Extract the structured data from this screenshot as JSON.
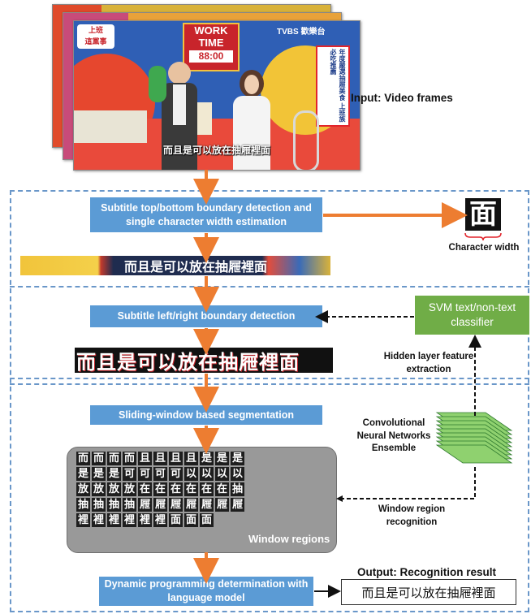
{
  "input_label": "Input: Video frames",
  "video_frame": {
    "work_time_line1": "WORK",
    "work_time_line2": "TIME",
    "clock": "88:00",
    "channel": "TVBS 歡樂台",
    "show_logo_line1": "上班",
    "show_logo_line2": "這黨事",
    "side_banner": "年度嚴選抽屜美食 上班族必吃推薦",
    "subtitle": "而且是可以放在抽屜裡面"
  },
  "step1": "Subtitle top/bottom boundary detection and single character width estimation",
  "char_glyph": "面",
  "char_width_label": "Character width",
  "strip1_text": "而且是可以放在抽屜裡面",
  "step2": "Subtitle left/right boundary detection",
  "svm_label": "SVM text/non-text classifier",
  "hidden_layer_label": "Hidden layer feature extraction",
  "strip2_text": "而且是可以放在抽屜裡面",
  "step3": "Sliding-window based segmentation",
  "cnn_label": "Convolutional Neural Networks Ensemble",
  "window_regions_label": "Window regions",
  "window_cells": [
    "而",
    "而",
    "而",
    "而",
    "且",
    "且",
    "且",
    "且",
    "是",
    "是",
    "是",
    "是",
    "是",
    "是",
    "可",
    "可",
    "可",
    "可",
    "以",
    "以",
    "以",
    "以",
    "放",
    "放",
    "放",
    "放",
    "在",
    "在",
    "在",
    "在",
    "在",
    "在",
    "抽",
    "抽",
    "抽",
    "抽",
    "抽",
    "屜",
    "屜",
    "屜",
    "屜",
    "屜",
    "屜",
    "屜",
    "裡",
    "裡",
    "裡",
    "裡",
    "裡",
    "裡",
    "面",
    "面",
    "面"
  ],
  "window_recognition_label": "Window region recognition",
  "step4": "Dynamic programming determination with language model",
  "output_label": "Output: Recognition result",
  "output_text": "而且是可以放在抽屜裡面",
  "colors": {
    "arrow": "#ed7d31",
    "step_box": "#5b9bd5",
    "svm_box": "#70ad47",
    "dash_blue": "#6a97c9",
    "cnn_green": "#70ad47"
  }
}
